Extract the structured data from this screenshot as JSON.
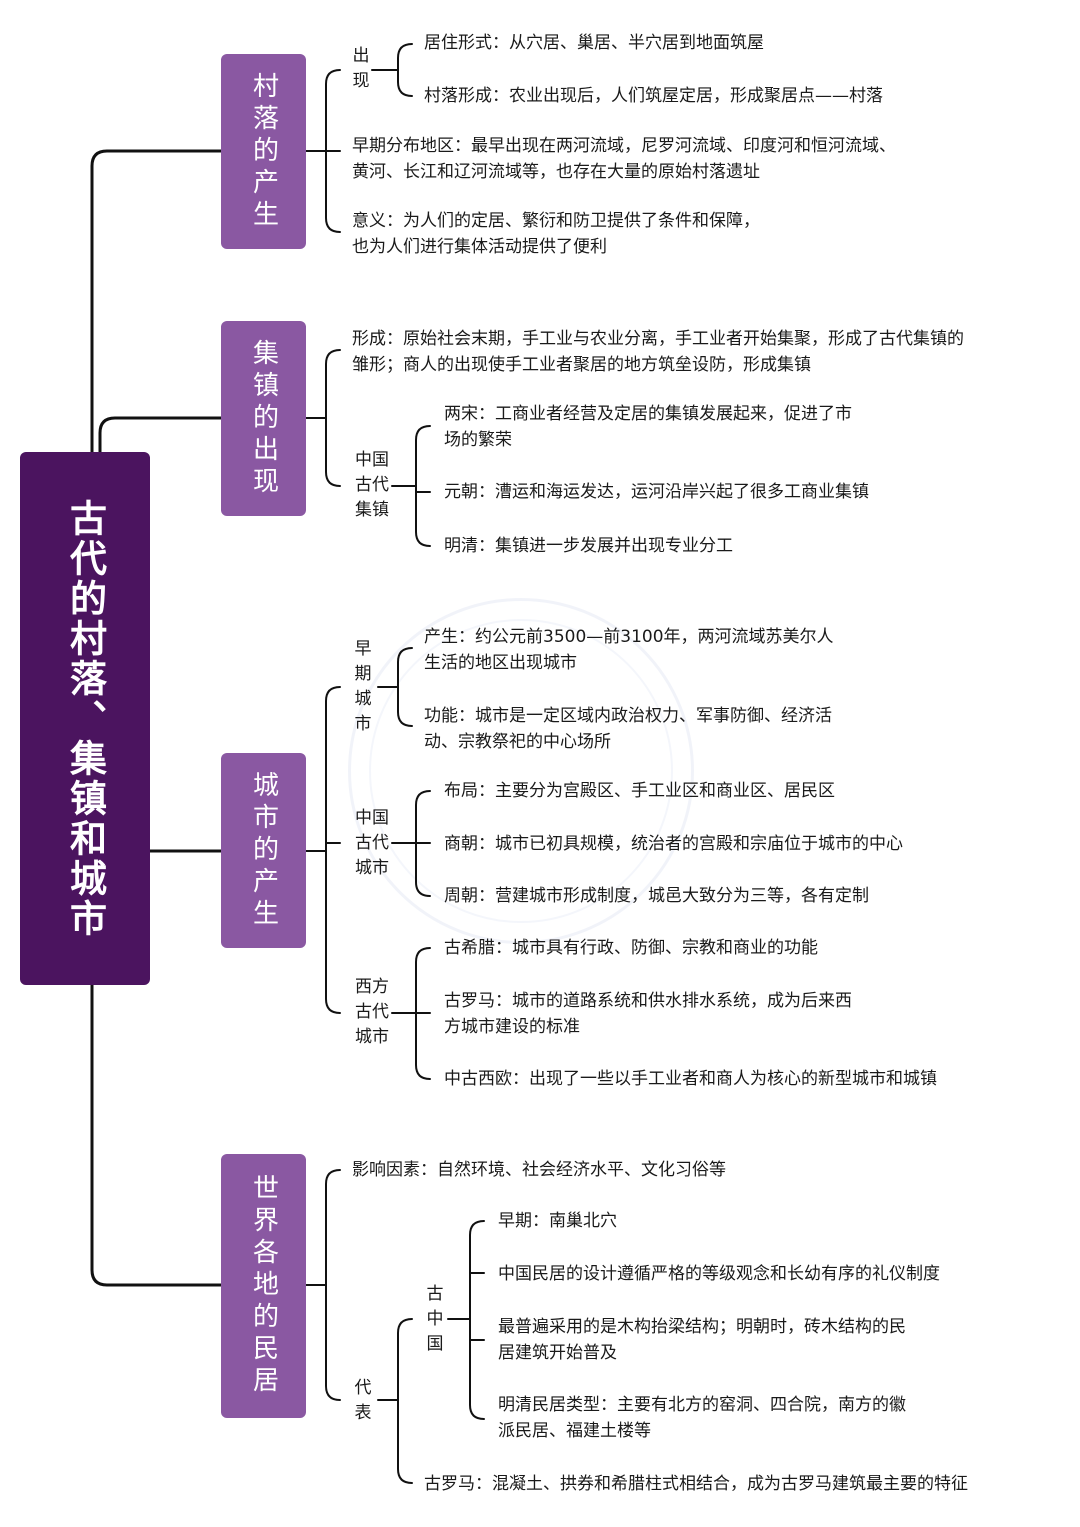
{
  "title": "古代的村落、集镇和城市",
  "branches": [
    {
      "label": "村落的产生",
      "sub_label": "出现",
      "sub_items": [
        "居住形式：从穴居、巢居、半穴居到地面筑屋",
        "村落形成：农业出现后，人们筑屋定居，形成聚居点——村落"
      ],
      "items": [
        "早期分布地区：最早出现在两河流域，尼罗河流域、印度河和恒河流域、黄河、长江和辽河流域等，也存在大量的原始村落遗址",
        "意义：为人们的定居、繁衍和防卫提供了条件和保障，也为人们进行集体活动提供了便利"
      ]
    },
    {
      "label": "集镇的出现",
      "item": "形成：原始社会末期，手工业与农业分离，手工业者开始集聚，形成了古代集镇的雏形；商人的出现使手工业者聚居的地方筑垒设防，形成集镇",
      "sub_label": "中国古代集镇",
      "sub_items": [
        "两宋：工商业者经营及定居的集镇发展起来，促进了市场的繁荣",
        "元朝：漕运和海运发达，运河沿岸兴起了很多工商业集镇",
        "明清：集镇进一步发展并出现专业分工"
      ]
    },
    {
      "label": "城市的产生",
      "groups": [
        {
          "label": "早期城市",
          "items": [
            "产生：约公元前3500—前3100年，两河流域苏美尔人生活的地区出现城市",
            "功能：城市是一定区域内政治权力、军事防御、经济活动、宗教祭祀的中心场所"
          ]
        },
        {
          "label": "中国古代城市",
          "items": [
            "布局：主要分为宫殿区、手工业区和商业区、居民区",
            "商朝：城市已初具规模，统治者的宫殿和宗庙位于城市的中心",
            "周朝：营建城市形成制度，城邑大致分为三等，各有定制"
          ]
        },
        {
          "label": "西方古代城市",
          "items": [
            "古希腊：城市具有行政、防御、宗教和商业的功能",
            "古罗马：城市的道路系统和供水排水系统，成为后来西方城市建设的标准",
            "中古西欧：出现了一些以手工业者和商人为核心的新型城市和城镇"
          ]
        }
      ]
    },
    {
      "label": "世界各地的民居",
      "item": "影响因素：自然环境、社会经济水平、文化习俗等",
      "sub_label": "代表",
      "china_label": "古中国",
      "china_items": [
        "早期：南巢北穴",
        "中国民居的设计遵循严格的等级观念和长幼有序的礼仪制度",
        "最普遍采用的是木构抬梁结构；明朝时，砖木结构的民居建筑开始普及",
        "明清民居类型：主要有北方的窑洞、四合院，南方的徽派民居、福建土楼等"
      ],
      "rome_item": "古罗马：混凝土、拱券和希腊柱式相结合，成为古罗马建筑最主要的特征"
    }
  ],
  "colors": {
    "root_fill": "#4b145f",
    "branch_fill": "#8a58a2",
    "line": "#1a1a1a",
    "text": "#1a1a1a"
  }
}
